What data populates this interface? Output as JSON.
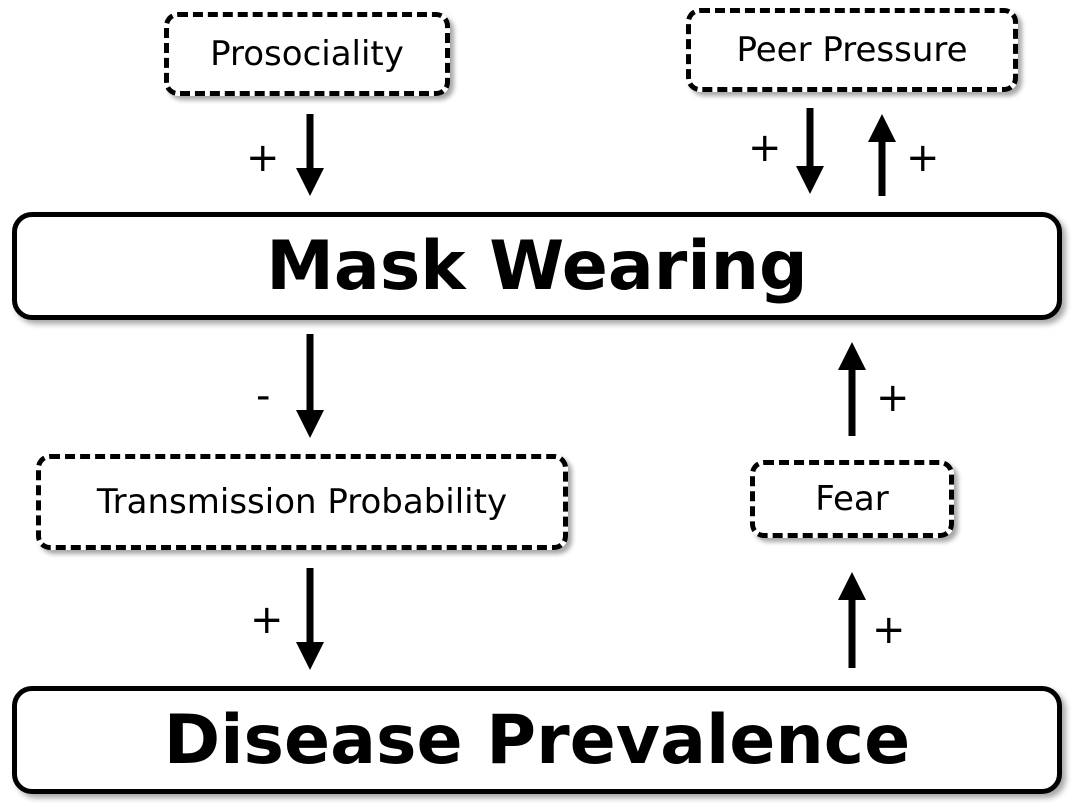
{
  "nodes": {
    "prosociality": "Prosociality",
    "peer_pressure": "Peer Pressure",
    "mask_wearing": "Mask Wearing",
    "transmission_probability": "Transmission Probability",
    "fear": "Fear",
    "disease_prevalence": "Disease Prevalence"
  },
  "edges": [
    {
      "from": "Prosociality",
      "to": "Mask Wearing",
      "sign": "+"
    },
    {
      "from": "Peer Pressure",
      "to": "Mask Wearing",
      "sign": "+"
    },
    {
      "from": "Mask Wearing",
      "to": "Peer Pressure",
      "sign": "+"
    },
    {
      "from": "Mask Wearing",
      "to": "Transmission Probability",
      "sign": "-"
    },
    {
      "from": "Transmission Probability",
      "to": "Disease Prevalence",
      "sign": "+"
    },
    {
      "from": "Disease Prevalence",
      "to": "Fear",
      "sign": "+"
    },
    {
      "from": "Fear",
      "to": "Mask Wearing",
      "sign": "+"
    }
  ],
  "colors": {
    "stroke": "#000000",
    "background": "#ffffff"
  }
}
